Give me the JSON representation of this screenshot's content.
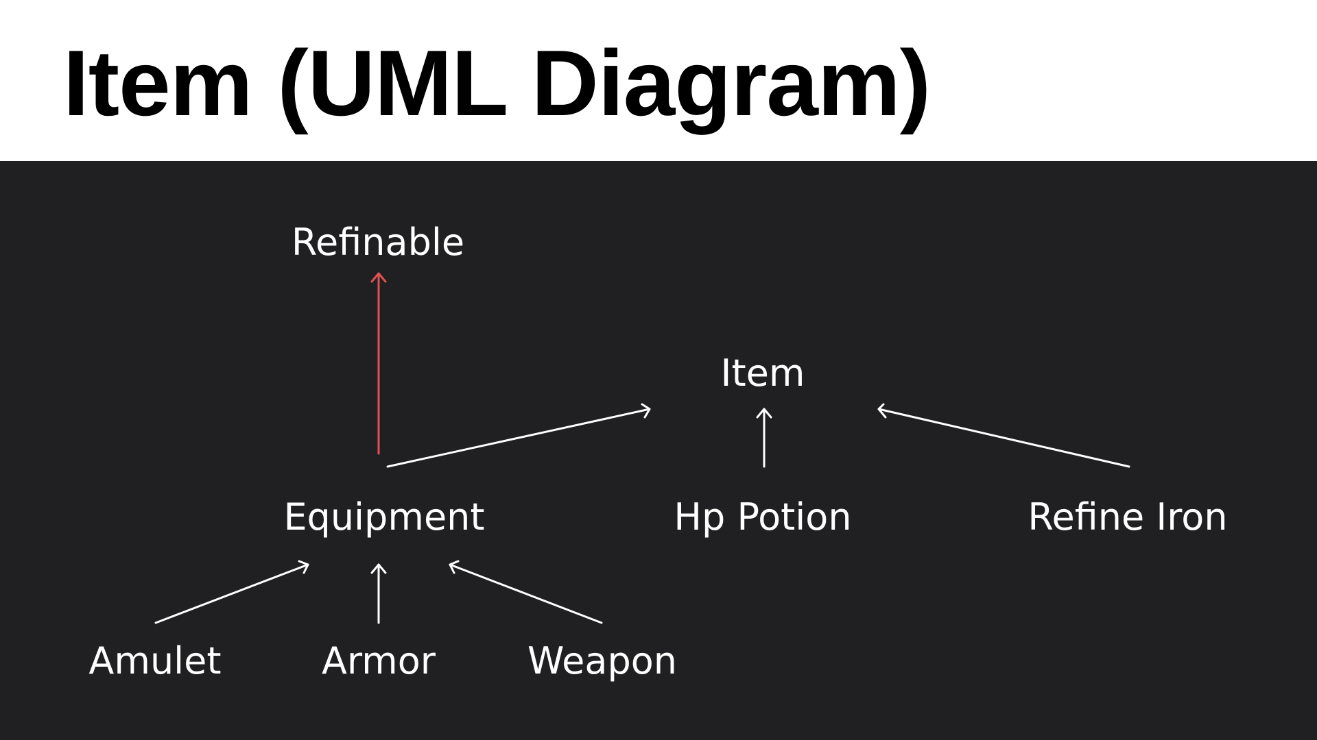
{
  "title": "Item (UML Diagram)",
  "colors": {
    "header_bg": "#ffffff",
    "canvas_bg": "#202022",
    "edge_default": "#ffffff",
    "edge_highlight": "#e05252"
  },
  "nodes": {
    "refinable": "Refinable",
    "item": "Item",
    "equipment": "Equipment",
    "hp_potion": "Hp Potion",
    "refine_iron": "Refine Iron",
    "amulet": "Amulet",
    "armor": "Armor",
    "weapon": "Weapon"
  },
  "edges": [
    {
      "from": "Equipment",
      "to": "Refinable",
      "color": "highlight"
    },
    {
      "from": "Equipment",
      "to": "Item",
      "color": "default"
    },
    {
      "from": "Hp Potion",
      "to": "Item",
      "color": "default"
    },
    {
      "from": "Refine Iron",
      "to": "Item",
      "color": "default"
    },
    {
      "from": "Amulet",
      "to": "Equipment",
      "color": "default"
    },
    {
      "from": "Armor",
      "to": "Equipment",
      "color": "default"
    },
    {
      "from": "Weapon",
      "to": "Equipment",
      "color": "default"
    }
  ]
}
